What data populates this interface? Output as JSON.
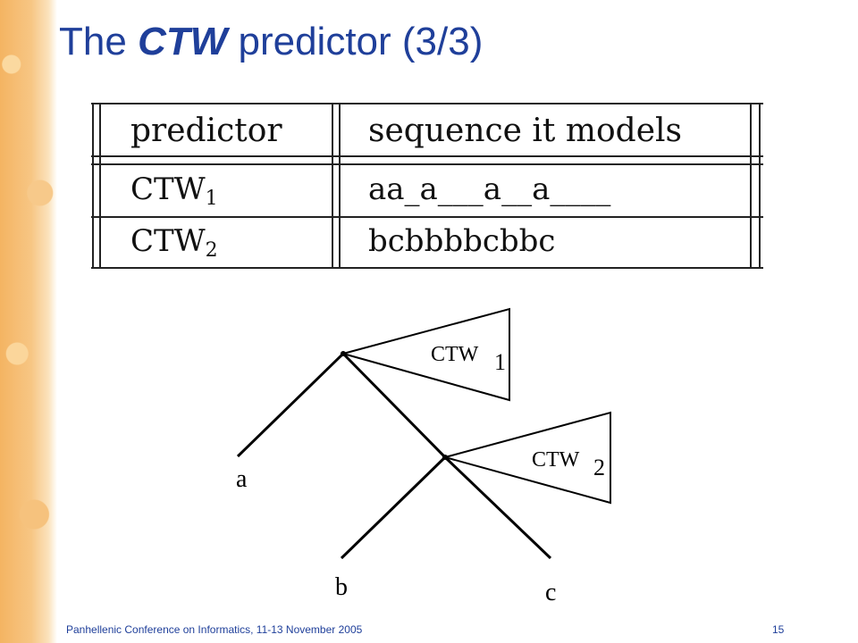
{
  "slide": {
    "title_prefix": "The",
    "title_emphasis": "CTW",
    "title_suffix": "predictor (3/3)"
  },
  "table": {
    "headers": [
      "predictor",
      "sequence it models"
    ],
    "rows": [
      {
        "predictor": "CTW",
        "subscript": "1",
        "sequence": "aa_a___a__a____"
      },
      {
        "predictor": "CTW",
        "subscript": "2",
        "sequence": "bcbbbbcbbc"
      }
    ]
  },
  "diagram": {
    "leaf_labels": [
      "a",
      "b",
      "c"
    ],
    "subtrees": [
      {
        "label": "CTW",
        "index": "1"
      },
      {
        "label": "CTW",
        "index": "2"
      }
    ]
  },
  "footer": {
    "text": "Panhellenic Conference on Informatics, 11-13 November 2005",
    "page_number": "15"
  },
  "colors": {
    "title": "#1f3f9a",
    "side_band": "#f4b462"
  }
}
